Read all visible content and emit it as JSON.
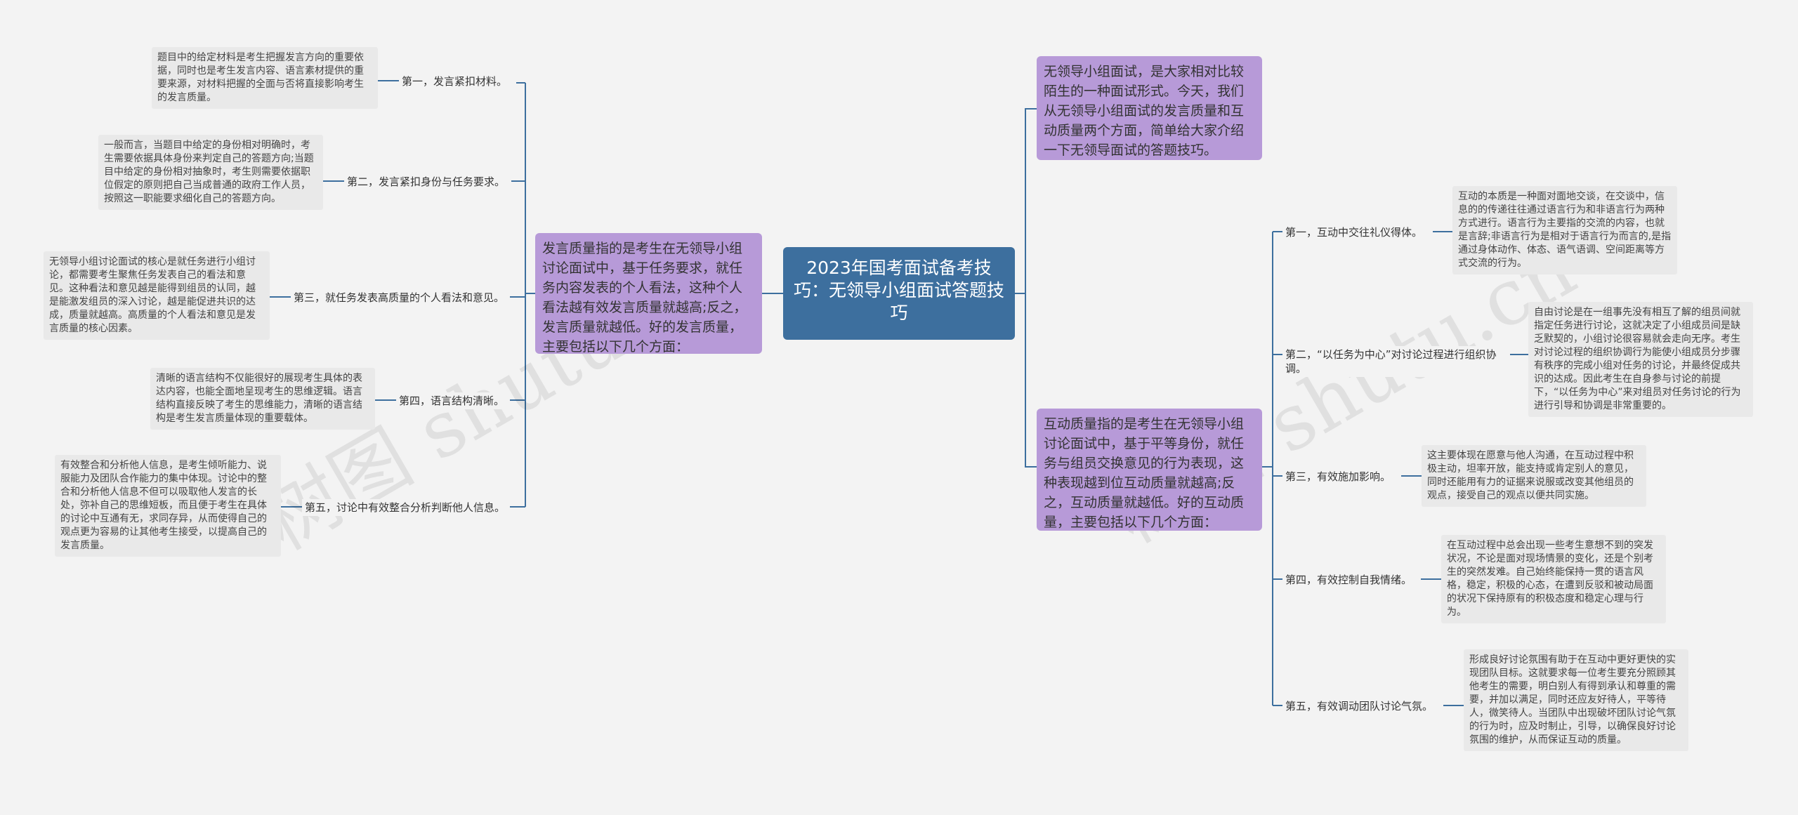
{
  "root": {
    "title": "2023年国考面试备考技巧：无领导小组面试答题技巧"
  },
  "left_branch": {
    "text": "发言质量指的是考生在无领导小组讨论面试中，基于任务要求，就任务内容发表的个人看法，这种个人看法越有效发言质量就越高;反之，发言质量就越低。好的发言质量，主要包括以下几个方面：",
    "items": [
      {
        "label": "第一，发言紧扣材料。",
        "detail": "题目中的给定材料是考生把握发言方向的重要依据，同时也是考生发言内容、语言素材提供的重要来源，对材料把握的全面与否将直接影响考生的发言质量。"
      },
      {
        "label": "第二，发言紧扣身份与任务要求。",
        "detail": "一般而言，当题目中给定的身份相对明确时，考生需要依据具体身份来判定自己的答题方向;当题目中给定的身份相对抽象时，考生则需要依据职位假定的原则把自己当成普通的政府工作人员，按照这一职能要求细化自己的答题方向。"
      },
      {
        "label": "第三，就任务发表高质量的个人看法和意见。",
        "detail": "无领导小组讨论面试的核心是就任务进行小组讨论，都需要考生聚焦任务发表自己的看法和意见。这种看法和意见越是能得到组员的认同，越是能激发组员的深入讨论，越是能促进共识的达成，质量就越高。高质量的个人看法和意见是发言质量的核心因素。"
      },
      {
        "label": "第四，语言结构清晰。",
        "detail": "清晰的语言结构不仅能很好的展现考生具体的表达内容，也能全面地呈现考生的思维逻辑。语言结构直接反映了考生的思维能力，清晰的语言结构是考生发言质量体现的重要载体。"
      },
      {
        "label": "第五，讨论中有效整合分析判断他人信息。",
        "detail": "有效整合和分析他人信息，是考生倾听能力、说服能力及团队合作能力的集中体现。讨论中的整合和分析他人信息不但可以吸取他人发言的长处，弥补自己的思维短板，而且便于考生在具体的讨论中互通有无，求同存异，从而使得自己的观点更为容易的让其他考生接受，以提高自己的发言质量。"
      }
    ]
  },
  "right_intro": {
    "text": "无领导小组面试，是大家相对比较陌生的一种面试形式。今天，我们从无领导小组面试的发言质量和互动质量两个方面，简单给大家介绍一下无领导面试的答题技巧。"
  },
  "right_branch": {
    "text": "互动质量指的是考生在无领导小组讨论面试中，基于平等身份，就任务与组员交换意见的行为表现，这种表现越到位互动质量就越高;反之，互动质量就越低。好的互动质量，主要包括以下几个方面：",
    "items": [
      {
        "label": "第一，互动中交往礼仪得体。",
        "detail": "互动的本质是一种面对面地交谈，在交谈中，信息的的传递往往通过语言行为和非语言行为两种方式进行。语言行为主要指的交流的内容，也就是言辞;非语言行为是相对于语言行为而言的,是指通过身体动作、体态、语气语调、空间距离等方式交流的行为。"
      },
      {
        "label": "第二，“以任务为中心”对讨论过程进行组织协调。",
        "detail": "自由讨论是在一组事先没有相互了解的组员间就指定任务进行讨论，这就决定了小组成员间是缺乏默契的，小组讨论很容易就会走向无序。考生对讨论过程的组织协调行为能使小组成员分步骤有秩序的完成小组对任务的讨论，并最终促成共识的达成。因此考生在自身参与讨论的前提下，“以任务为中心”来对组员对任务讨论的行为进行引导和协调是非常重要的。"
      },
      {
        "label": "第三，有效施加影响。",
        "detail": "这主要体现在愿意与他人沟通，在互动过程中积极主动，坦率开放，能支持或肯定别人的意见，同时还能用有力的证据来说服或改变其他组员的观点，接受自己的观点以便共同实施。"
      },
      {
        "label": "第四，有效控制自我情绪。",
        "detail": "在互动过程中总会出现一些考生意想不到的突发状况，不论是面对现场情景的变化，还是个别考生的突然发难。自己始终能保持一贯的语言风格，稳定，积极的心态，在遭到反驳和被动局面的状况下保持原有的积极态度和稳定心理与行为。"
      },
      {
        "label": "第五，有效调动团队讨论气氛。",
        "detail": "形成良好讨论氛围有助于在互动中更好更快的实现团队目标。这就要求每一位考生要充分照顾其他考生的需要，明白别人有得到承认和尊重的需要，并加以满足，同时还应友好待人，平等待人，微笑待人。当团队中出现破坏团队讨论气氛的行为时，应及时制止，引导，以确保良好讨论氛围的维护，从而保证互动的质量。"
      }
    ]
  },
  "watermark": {
    "text1": "树图 shutu.cn",
    "text2": "树图 shutu.cn"
  },
  "colors": {
    "root_bg": "#3d6f9e",
    "branch_bg": "#b79ad8",
    "line": "#3d6f9e",
    "leaf_bg": "#e9e9e9",
    "bg": "#f3f3f3"
  }
}
